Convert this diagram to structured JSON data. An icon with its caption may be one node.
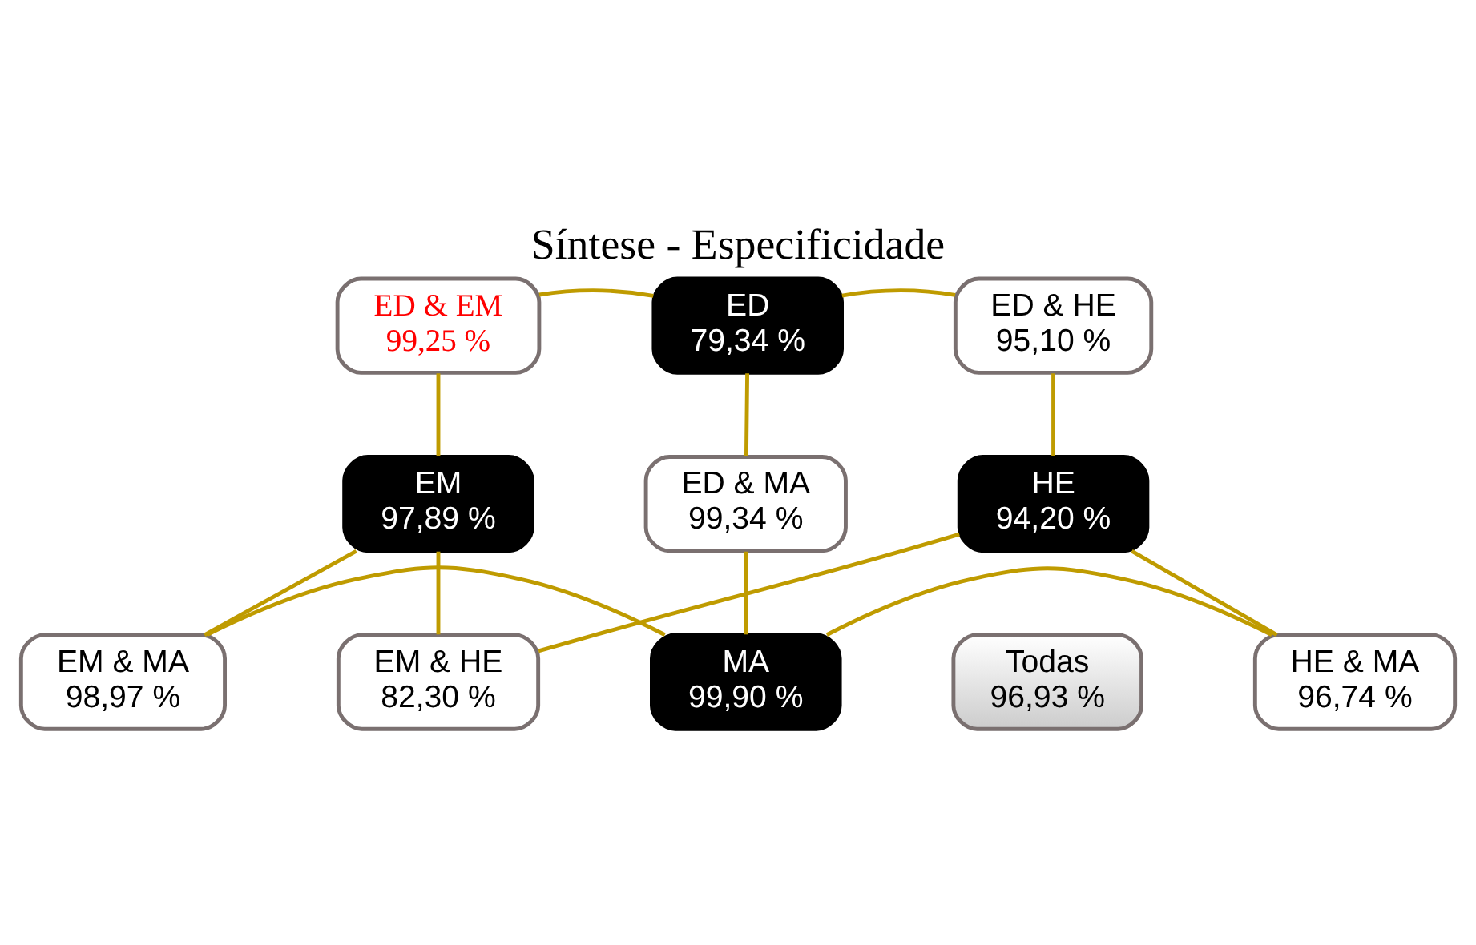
{
  "diagram": {
    "title": "Síntese - Especificidade",
    "nodes": [
      {
        "text": [
          "ED",
          "79,34 %"
        ]
      },
      {
        "text": [
          "ED & EM",
          "99,25 %"
        ]
      },
      {
        "text": [
          "ED & HE",
          "95,10 %"
        ]
      },
      {
        "text": [
          "EM",
          "97,89 %"
        ]
      },
      {
        "text": [
          "ED & MA",
          "99,34 %"
        ]
      },
      {
        "text": [
          "HE",
          "94,20 %"
        ]
      },
      {
        "text": [
          "EM & MA",
          "98,97 %"
        ]
      },
      {
        "text": [
          "MA",
          "99,90 %"
        ]
      },
      {
        "text": [
          "HE & MA",
          "96,74 %"
        ]
      },
      {
        "text": [
          "EM & HE",
          "82,30 %"
        ]
      },
      {
        "text": [
          "Todas",
          "96,93 %"
        ]
      }
    ],
    "edges": [
      {
        "from": 1,
        "to": 0,
        "arrow": "none"
      },
      {
        "from": 0,
        "to": 2,
        "arrow": "none"
      },
      {
        "from": 0,
        "to": 4,
        "arrow": "none"
      },
      {
        "from": 4,
        "to": 7,
        "arrow": "none"
      },
      {
        "from": 1,
        "to": 3,
        "arrow": "none"
      },
      {
        "from": 2,
        "to": 5,
        "arrow": "none"
      },
      {
        "from": 3,
        "to": 6,
        "arrow": "none"
      },
      {
        "from": 3,
        "to": 9,
        "arrow": "none"
      },
      {
        "from": 6,
        "to": 7,
        "arrow": "none"
      },
      {
        "from": 7,
        "to": 8,
        "arrow": "none"
      },
      {
        "from": 8,
        "to": 5,
        "arrow": "none"
      },
      {
        "from": 9,
        "to": 5,
        "arrow": "none"
      }
    ]
  }
}
